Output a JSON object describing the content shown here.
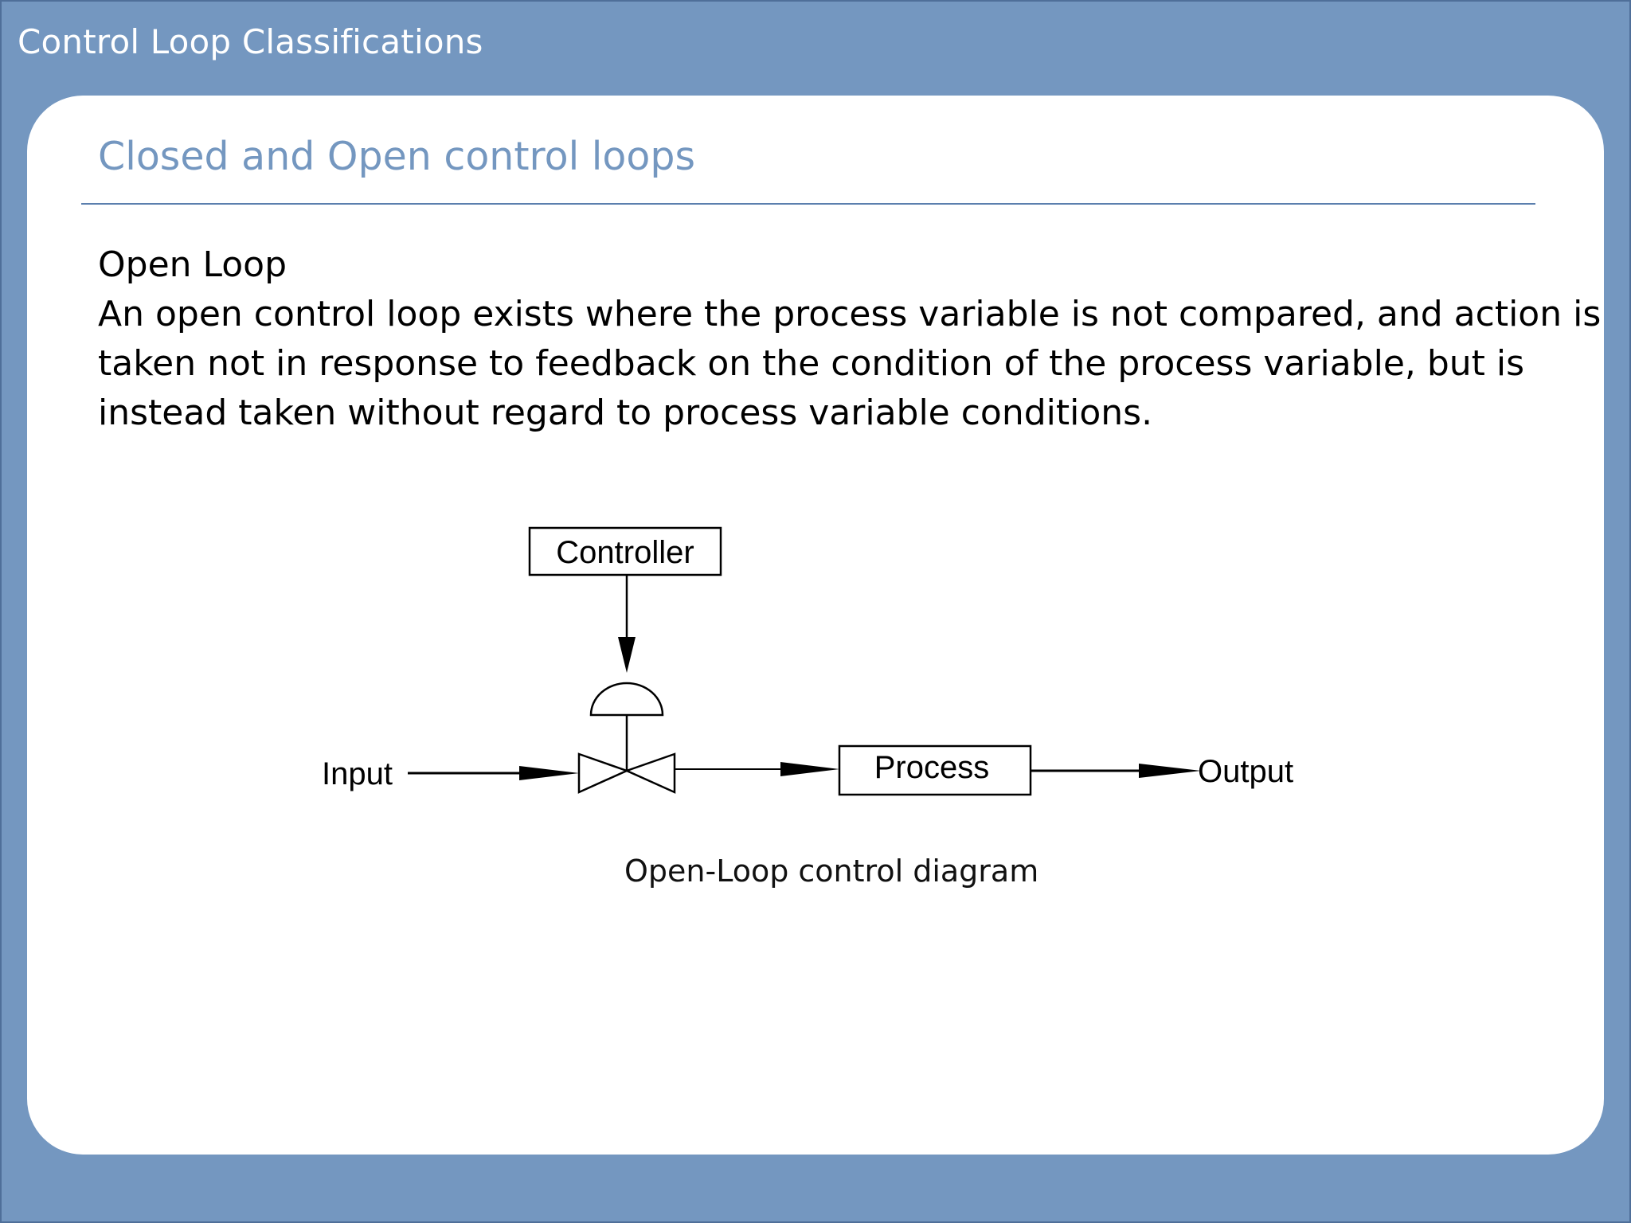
{
  "header": {
    "title": "Control Loop Classifications"
  },
  "slide": {
    "title": "Closed and Open control loops",
    "heading": "Open Loop",
    "paragraph_lines": [
      "An open control loop exists where the process variable is not compared, and action is",
      "taken not in response to feedback on the condition of the process variable, but is",
      "instead taken without regard to process variable conditions."
    ]
  },
  "diagram": {
    "controller_label": "Controller",
    "process_label": "Process",
    "input_label": "Input",
    "output_label": "Output",
    "caption": "Open-Loop control diagram"
  },
  "colors": {
    "background": "#7497c0",
    "title_accent": "#7497c0",
    "card": "#ffffff"
  }
}
